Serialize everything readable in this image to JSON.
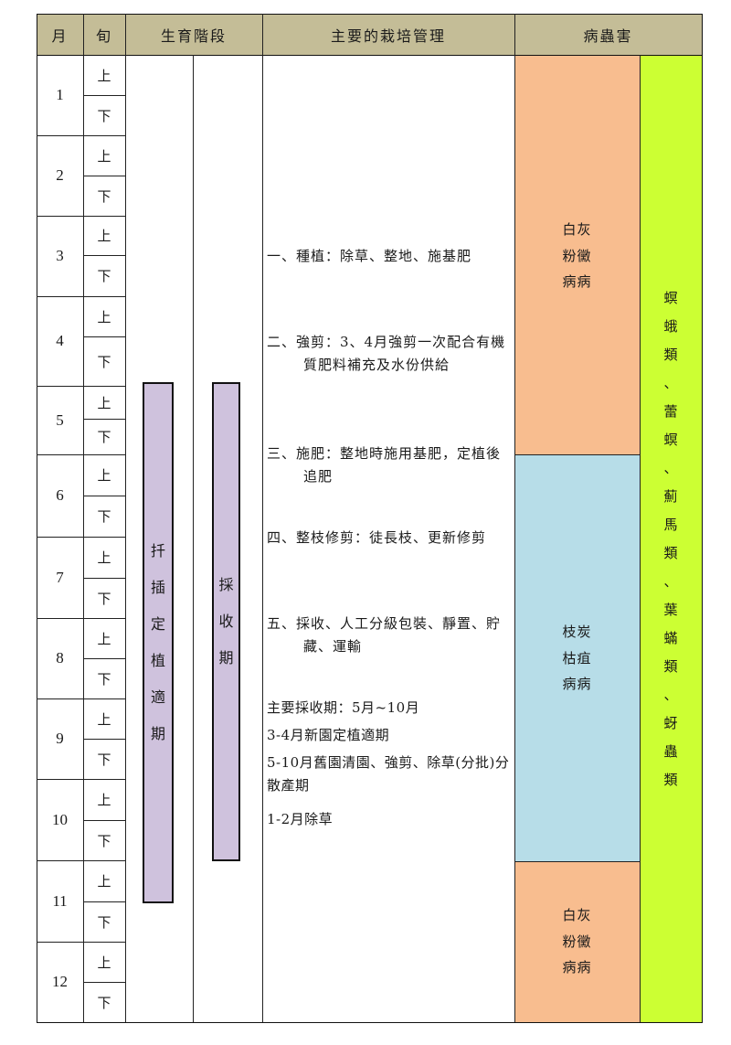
{
  "header": {
    "month": "月",
    "xun": "旬",
    "stage": "生育階段",
    "management": "主要的栽培管理",
    "pests": "病蟲害"
  },
  "months": [
    "1",
    "2",
    "3",
    "4",
    "5",
    "6",
    "7",
    "8",
    "9",
    "10",
    "11",
    "12"
  ],
  "xun_labels": {
    "upper": "上",
    "lower": "下"
  },
  "stages": {
    "planting": "扦插定植適期",
    "harvest": "採收期"
  },
  "management": {
    "items": [
      "一、種植：除草、整地、施基肥",
      "二、強剪：3、4月強剪一次配合有機質肥料補充及水份供給",
      "三、施肥：整地時施用基肥，定植後追肥",
      "四、整枝修剪：徒長枝、更新修剪",
      "五、採收、人工分級包裝、靜置、貯藏、運輸"
    ],
    "summary": [
      "主要採收期：5月~10月",
      "3-4月新園定植適期",
      "5-10月舊園清園、強剪、除草(分批)分散產期",
      "1-2月除草"
    ]
  },
  "diseases": [
    {
      "lines": [
        "白灰",
        "粉黴",
        "病病"
      ],
      "color": "#f8bd8f"
    },
    {
      "lines": [
        "枝炭",
        "枯疽",
        "病病"
      ],
      "color": "#b7dde8"
    },
    {
      "lines": [
        "白灰",
        "粉黴",
        "病病"
      ],
      "color": "#f8bd8f"
    }
  ],
  "pests": {
    "text": "螟蛾類、蕾螟、薊馬類、葉蟎類、蚜蟲類",
    "color": "#ccff33"
  },
  "colors": {
    "header_bg": "#c4bd97",
    "stage_bar": "#cfc2dd"
  }
}
